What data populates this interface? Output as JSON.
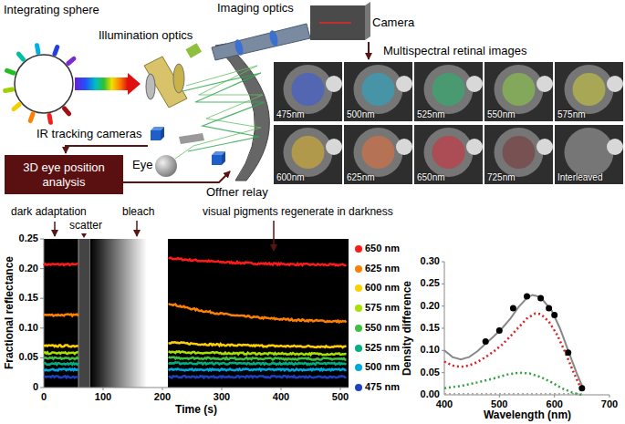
{
  "diagram": {
    "nodes": [
      {
        "text": [
          "3D eye position analysis"
        ]
      },
      {
        "text": [
          "Multispectral retinal images"
        ]
      },
      {
        "text": [
          "475nm"
        ],
        "in": 1
      },
      {
        "text": [
          "500nm"
        ],
        "in": 1
      },
      {
        "text": [
          "525nm"
        ],
        "in": 1
      },
      {
        "text": [
          "550nm"
        ],
        "in": 1
      },
      {
        "text": [
          "575nm"
        ],
        "in": 1
      },
      {
        "text": [
          "600nm"
        ],
        "in": 1
      },
      {
        "text": [
          "625nm"
        ],
        "in": 1
      },
      {
        "text": [
          "650nm"
        ],
        "in": 1
      },
      {
        "text": [
          "725nm"
        ],
        "in": 1
      },
      {
        "text": [
          "Interleaved"
        ],
        "in": 1
      }
    ],
    "labels": [
      "Integrating sphere",
      "Illumination optics",
      "Imaging optics",
      "Camera",
      "IR tracking cameras",
      "Eye",
      "Offner relay",
      "dark adaptation",
      "scatter",
      "bleach",
      "visual pigments regenerate in darkness",
      "Fractional reflectance",
      "0.25",
      "0.20",
      "0.15",
      "0.10",
      "0.05",
      "0",
      "0",
      "100",
      "200",
      "300",
      "400",
      "500",
      "Time (s)",
      "Density difference",
      "0.30",
      "0.25",
      "0.20",
      "0.15",
      "0.10",
      "0.05",
      "0.00",
      "400",
      "500",
      "600",
      "700",
      "Wavelength (nm)"
    ],
    "legend": [
      {
        "text": "650 nm",
        "color": "#ff1a1a"
      },
      {
        "text": "625 nm",
        "color": "#ff7f00"
      },
      {
        "text": "600 nm",
        "color": "#ffd000"
      },
      {
        "text": "575 nm",
        "color": "#a8e000"
      },
      {
        "text": "550 nm",
        "color": "#40c040"
      },
      {
        "text": "525 nm",
        "color": "#00b080"
      },
      {
        "text": "500 nm",
        "color": "#00a8e0"
      },
      {
        "text": "475 nm",
        "color": "#2040c0"
      }
    ]
  }
}
